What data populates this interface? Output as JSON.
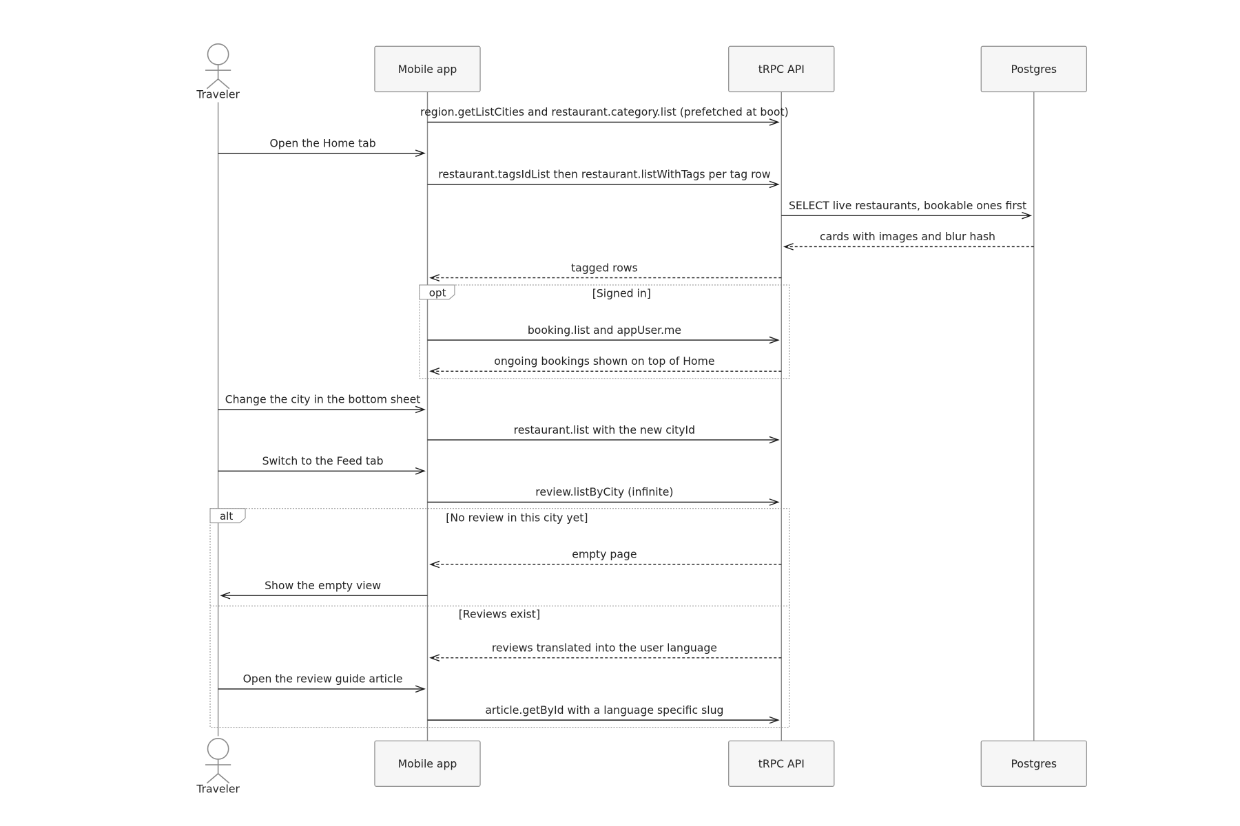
{
  "participants": [
    {
      "id": "traveler",
      "label": "Traveler",
      "kind": "actor"
    },
    {
      "id": "mobile",
      "label": "Mobile app",
      "kind": "box"
    },
    {
      "id": "api",
      "label": "tRPC API",
      "kind": "box"
    },
    {
      "id": "db",
      "label": "Postgres",
      "kind": "box"
    }
  ],
  "messages": [
    {
      "from": "mobile",
      "to": "api",
      "label": "region.getListCities and restaurant.category.list (prefetched at boot)",
      "style": "solid"
    },
    {
      "from": "traveler",
      "to": "mobile",
      "label": "Open the Home tab",
      "style": "solid"
    },
    {
      "from": "mobile",
      "to": "api",
      "label": "restaurant.tagsIdList then restaurant.listWithTags per tag row",
      "style": "solid"
    },
    {
      "from": "api",
      "to": "db",
      "label": "SELECT live restaurants, bookable ones first",
      "style": "solid"
    },
    {
      "from": "db",
      "to": "api",
      "label": "cards with images and blur hash",
      "style": "dashed"
    },
    {
      "from": "api",
      "to": "mobile",
      "label": "tagged rows",
      "style": "dashed"
    },
    {
      "from": "mobile",
      "to": "api",
      "label": "booking.list and appUser.me",
      "style": "solid"
    },
    {
      "from": "api",
      "to": "mobile",
      "label": "ongoing bookings shown on top of Home",
      "style": "dashed"
    },
    {
      "from": "traveler",
      "to": "mobile",
      "label": "Change the city in the bottom sheet",
      "style": "solid"
    },
    {
      "from": "mobile",
      "to": "api",
      "label": "restaurant.list with the new cityId",
      "style": "solid"
    },
    {
      "from": "traveler",
      "to": "mobile",
      "label": "Switch to the Feed tab",
      "style": "solid"
    },
    {
      "from": "mobile",
      "to": "api",
      "label": "review.listByCity (infinite)",
      "style": "solid"
    },
    {
      "from": "api",
      "to": "mobile",
      "label": "empty page",
      "style": "dashed"
    },
    {
      "from": "mobile",
      "to": "traveler",
      "label": "Show the empty view",
      "style": "solid"
    },
    {
      "from": "api",
      "to": "mobile",
      "label": "reviews translated into the user language",
      "style": "dashed"
    },
    {
      "from": "traveler",
      "to": "mobile",
      "label": "Open the review guide article",
      "style": "solid"
    },
    {
      "from": "mobile",
      "to": "api",
      "label": "article.getById with a language specific slug",
      "style": "solid"
    }
  ],
  "fragments": [
    {
      "kind": "opt",
      "guards": [
        "[Signed in]"
      ]
    },
    {
      "kind": "alt",
      "guards": [
        "[No review in this city yet]",
        "[Reviews exist]"
      ]
    }
  ]
}
